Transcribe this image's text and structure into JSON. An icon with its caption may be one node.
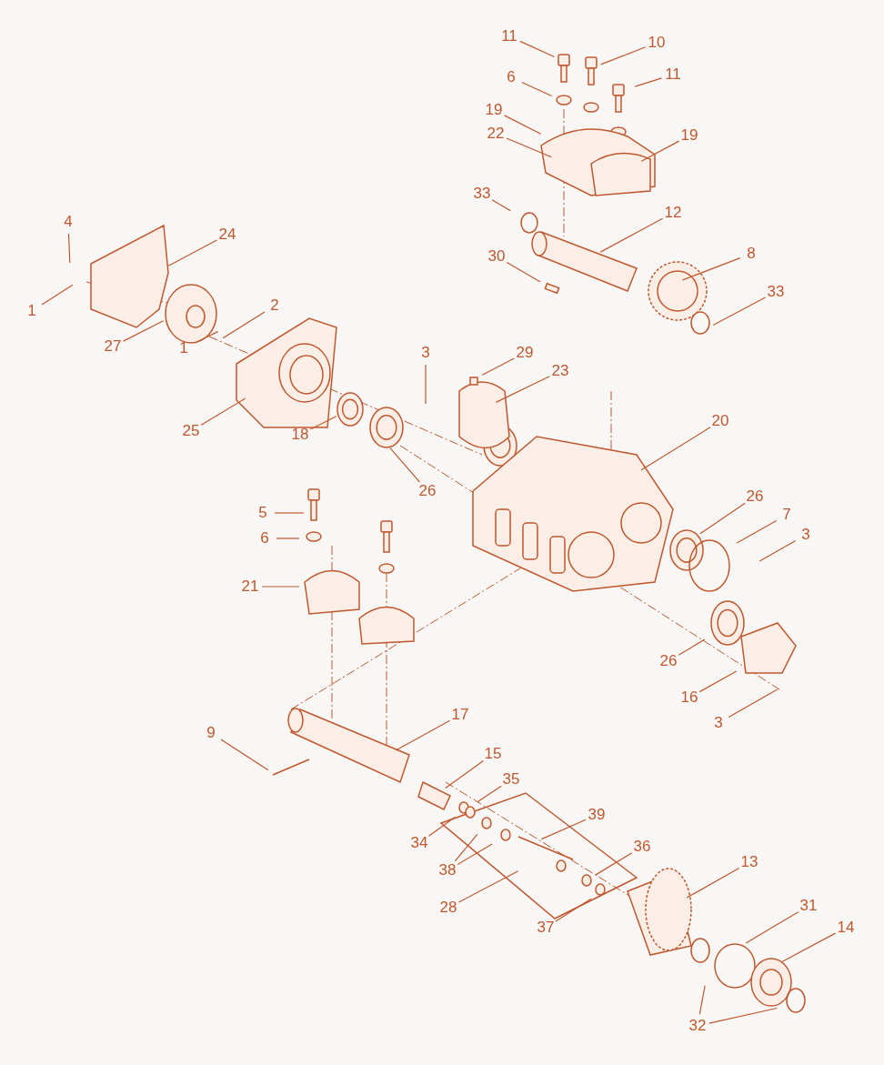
{
  "diagram": {
    "nodes": [
      {
        "text": [
          "11"
        ]
      },
      {
        "text": [
          "10"
        ]
      },
      {
        "text": [
          "6"
        ]
      },
      {
        "text": [
          "11"
        ]
      },
      {
        "text": [
          "19"
        ]
      },
      {
        "text": [
          "22"
        ]
      },
      {
        "text": [
          "19"
        ]
      },
      {
        "text": [
          "33"
        ]
      },
      {
        "text": [
          "12"
        ]
      },
      {
        "text": [
          "4"
        ]
      },
      {
        "text": [
          "24"
        ]
      },
      {
        "text": [
          "30"
        ]
      },
      {
        "text": [
          "8"
        ]
      },
      {
        "text": [
          "1"
        ]
      },
      {
        "text": [
          "33"
        ]
      },
      {
        "text": [
          "2"
        ]
      },
      {
        "text": [
          "27"
        ]
      },
      {
        "text": [
          "1"
        ]
      },
      {
        "text": [
          "3"
        ]
      },
      {
        "text": [
          "29"
        ]
      },
      {
        "text": [
          "23"
        ]
      },
      {
        "text": [
          "25"
        ]
      },
      {
        "text": [
          "18"
        ]
      },
      {
        "text": [
          "20"
        ]
      },
      {
        "text": [
          "26"
        ]
      },
      {
        "text": [
          "5"
        ]
      },
      {
        "text": [
          "26"
        ]
      },
      {
        "text": [
          "7"
        ]
      },
      {
        "text": [
          "6"
        ]
      },
      {
        "text": [
          "3"
        ]
      },
      {
        "text": [
          "21"
        ]
      },
      {
        "text": [
          "26"
        ]
      },
      {
        "text": [
          "16"
        ]
      },
      {
        "text": [
          "3"
        ]
      },
      {
        "text": [
          "9"
        ]
      },
      {
        "text": [
          "17"
        ]
      },
      {
        "text": [
          "15"
        ]
      },
      {
        "text": [
          "35"
        ]
      },
      {
        "text": [
          "34"
        ]
      },
      {
        "text": [
          "39"
        ]
      },
      {
        "text": [
          "38"
        ]
      },
      {
        "text": [
          "36"
        ]
      },
      {
        "text": [
          "28"
        ]
      },
      {
        "text": [
          "13"
        ]
      },
      {
        "text": [
          "37"
        ]
      },
      {
        "text": [
          "31"
        ]
      },
      {
        "text": [
          "14"
        ]
      },
      {
        "text": [
          "32"
        ]
      }
    ],
    "edges": [
      {
        "from": 0,
        "to": null,
        "arrow": "none"
      },
      {
        "from": 1,
        "to": null,
        "arrow": "none"
      },
      {
        "from": 2,
        "to": null,
        "arrow": "none"
      },
      {
        "from": 3,
        "to": null,
        "arrow": "none"
      },
      {
        "from": 4,
        "to": null,
        "arrow": "none"
      },
      {
        "from": 5,
        "to": null,
        "arrow": "none"
      },
      {
        "from": 6,
        "to": null,
        "arrow": "none"
      },
      {
        "from": 7,
        "to": null,
        "arrow": "none"
      },
      {
        "from": 8,
        "to": null,
        "arrow": "none"
      },
      {
        "from": 9,
        "to": null,
        "arrow": "none"
      },
      {
        "from": 10,
        "to": null,
        "arrow": "none"
      },
      {
        "from": 11,
        "to": null,
        "arrow": "none"
      },
      {
        "from": 12,
        "to": null,
        "arrow": "none"
      },
      {
        "from": 13,
        "to": null,
        "arrow": "none"
      },
      {
        "from": 14,
        "to": null,
        "arrow": "none"
      },
      {
        "from": 15,
        "to": null,
        "arrow": "none"
      },
      {
        "from": 16,
        "to": null,
        "arrow": "none"
      },
      {
        "from": 17,
        "to": null,
        "arrow": "none"
      },
      {
        "from": 18,
        "to": null,
        "arrow": "none"
      },
      {
        "from": 19,
        "to": null,
        "arrow": "none"
      },
      {
        "from": 20,
        "to": null,
        "arrow": "none"
      },
      {
        "from": 21,
        "to": null,
        "arrow": "none"
      },
      {
        "from": 22,
        "to": null,
        "arrow": "none"
      },
      {
        "from": 23,
        "to": null,
        "arrow": "none"
      },
      {
        "from": 24,
        "to": null,
        "arrow": "none"
      },
      {
        "from": 25,
        "to": null,
        "arrow": "none"
      },
      {
        "from": 26,
        "to": null,
        "arrow": "none"
      },
      {
        "from": 27,
        "to": null,
        "arrow": "none"
      },
      {
        "from": 28,
        "to": null,
        "arrow": "none"
      },
      {
        "from": 29,
        "to": null,
        "arrow": "none"
      },
      {
        "from": 30,
        "to": null,
        "arrow": "none"
      },
      {
        "from": 31,
        "to": null,
        "arrow": "none"
      },
      {
        "from": 32,
        "to": null,
        "arrow": "none"
      },
      {
        "from": 33,
        "to": null,
        "arrow": "none"
      },
      {
        "from": 34,
        "to": null,
        "arrow": "none"
      },
      {
        "from": 35,
        "to": null,
        "arrow": "none"
      },
      {
        "from": 36,
        "to": null,
        "arrow": "none"
      },
      {
        "from": 37,
        "to": null,
        "arrow": "none"
      },
      {
        "from": 38,
        "to": null,
        "arrow": "none"
      },
      {
        "from": 39,
        "to": null,
        "arrow": "none"
      },
      {
        "from": 40,
        "to": null,
        "arrow": "none"
      },
      {
        "from": 40,
        "to": null,
        "arrow": "none"
      },
      {
        "from": 41,
        "to": null,
        "arrow": "none"
      },
      {
        "from": 42,
        "to": null,
        "arrow": "none"
      },
      {
        "from": 43,
        "to": null,
        "arrow": "none"
      },
      {
        "from": 44,
        "to": null,
        "arrow": "none"
      },
      {
        "from": 45,
        "to": null,
        "arrow": "none"
      },
      {
        "from": 46,
        "to": null,
        "arrow": "none"
      },
      {
        "from": 47,
        "to": null,
        "arrow": "none"
      },
      {
        "from": 47,
        "to": null,
        "arrow": "none"
      }
    ]
  }
}
